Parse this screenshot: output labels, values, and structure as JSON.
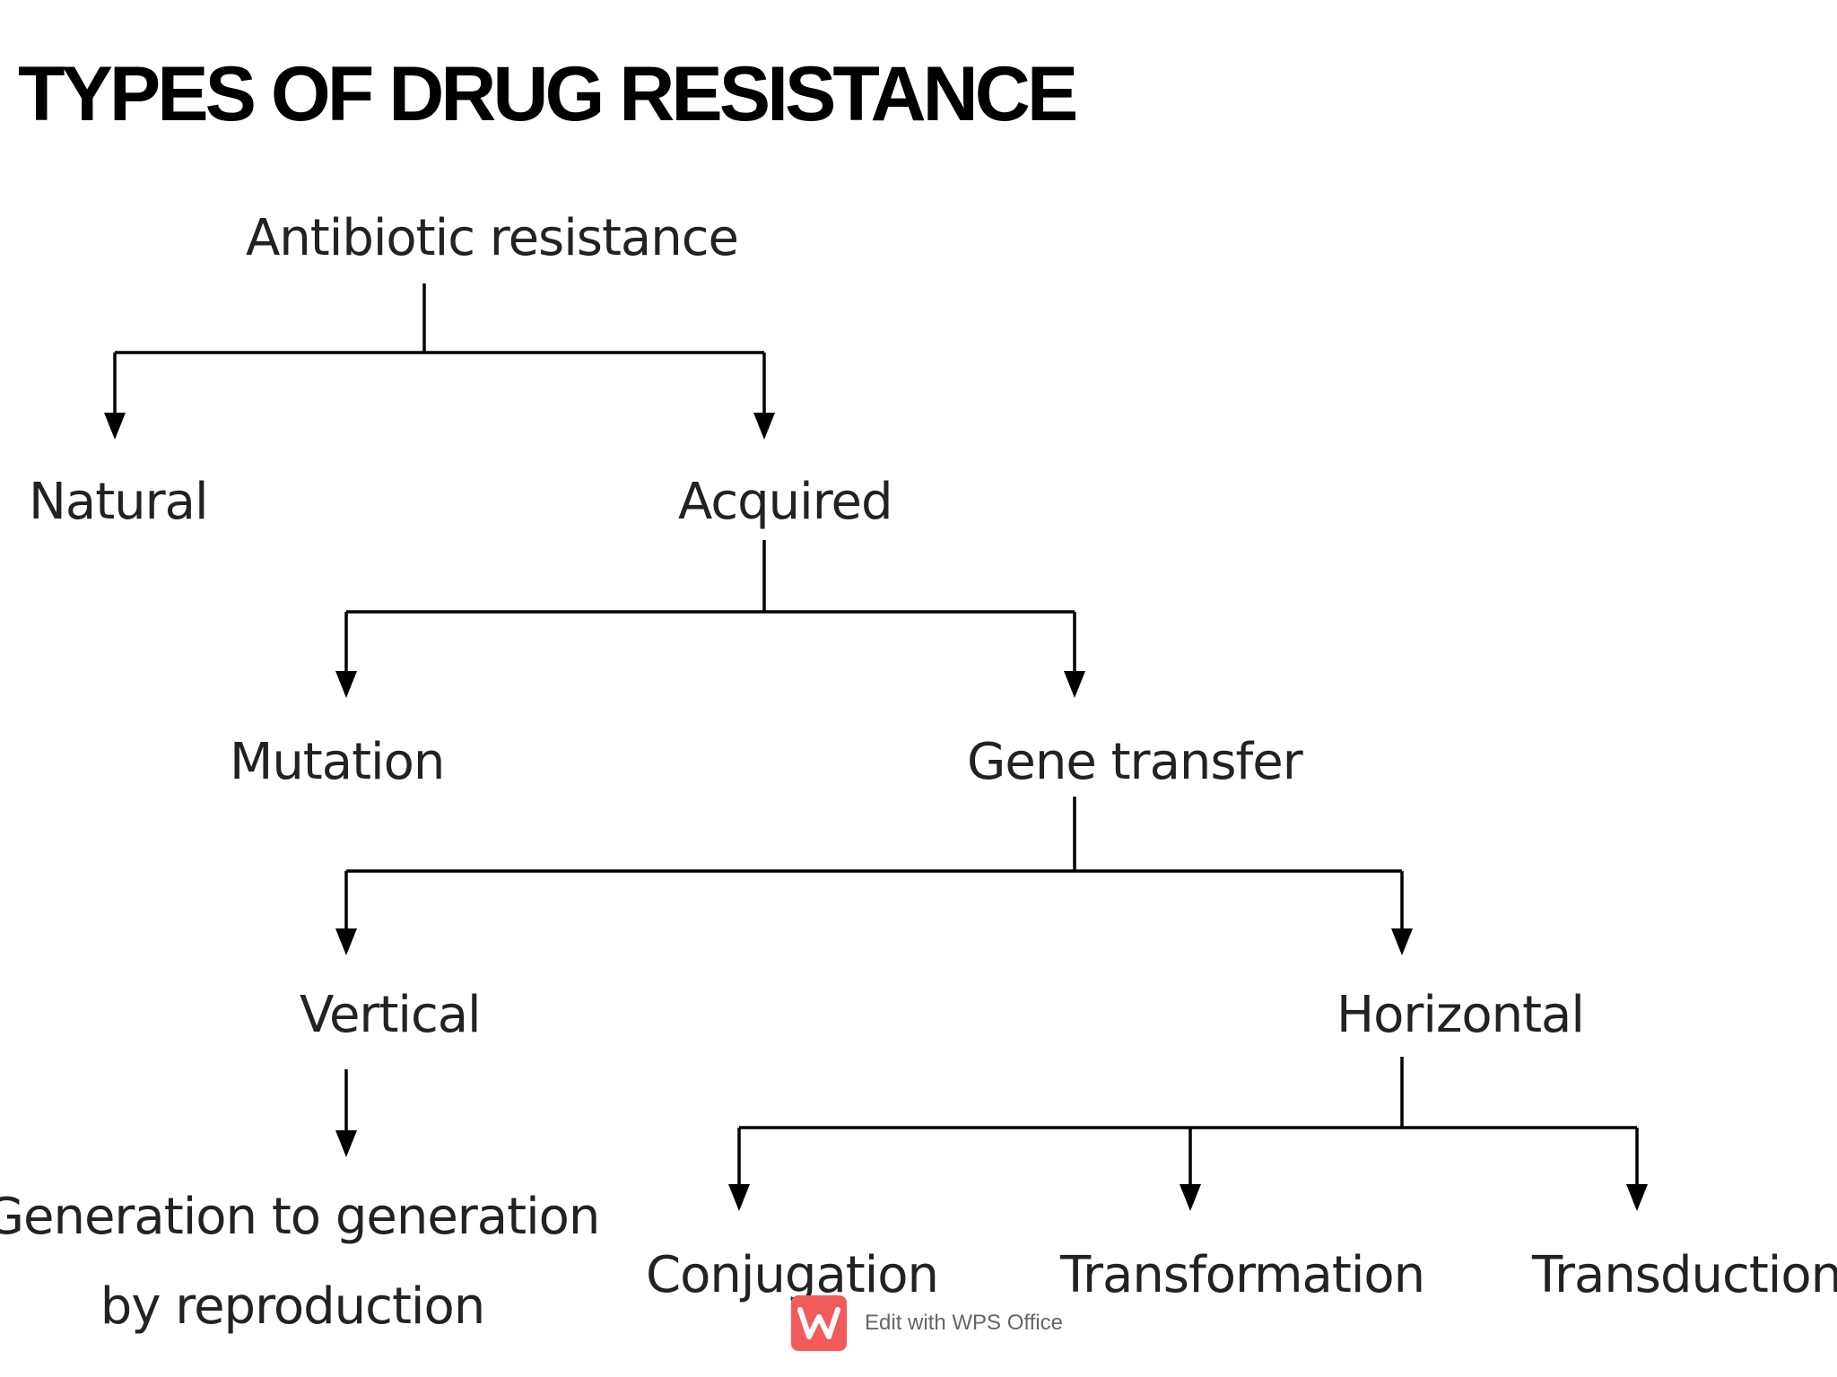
{
  "title": "TYPES OF DRUG RESISTANCE",
  "nodes": {
    "root": "Antibiotic resistance",
    "natural": "Natural",
    "acquired": "Acquired",
    "mutation": "Mutation",
    "gene_transfer": "Gene transfer",
    "vertical": "Vertical",
    "horizontal": "Horizontal",
    "generation_line1": "Generation to generation",
    "generation_line2": "by reproduction",
    "conjugation": "Conjugation",
    "transformation": "Transformation",
    "transduction": "Transduction"
  },
  "edges": [
    {
      "from": "Antibiotic resistance",
      "to": "Natural"
    },
    {
      "from": "Antibiotic resistance",
      "to": "Acquired"
    },
    {
      "from": "Acquired",
      "to": "Mutation"
    },
    {
      "from": "Acquired",
      "to": "Gene transfer"
    },
    {
      "from": "Gene transfer",
      "to": "Vertical"
    },
    {
      "from": "Gene transfer",
      "to": "Horizontal"
    },
    {
      "from": "Vertical",
      "to": "Generation to generation by reproduction"
    },
    {
      "from": "Horizontal",
      "to": "Conjugation"
    },
    {
      "from": "Horizontal",
      "to": "Transformation"
    },
    {
      "from": "Horizontal",
      "to": "Transduction"
    }
  ],
  "watermark": {
    "logo_icon": "wps-office-logo",
    "text": "Edit with WPS Office",
    "logo_color": "#f25b5b"
  }
}
